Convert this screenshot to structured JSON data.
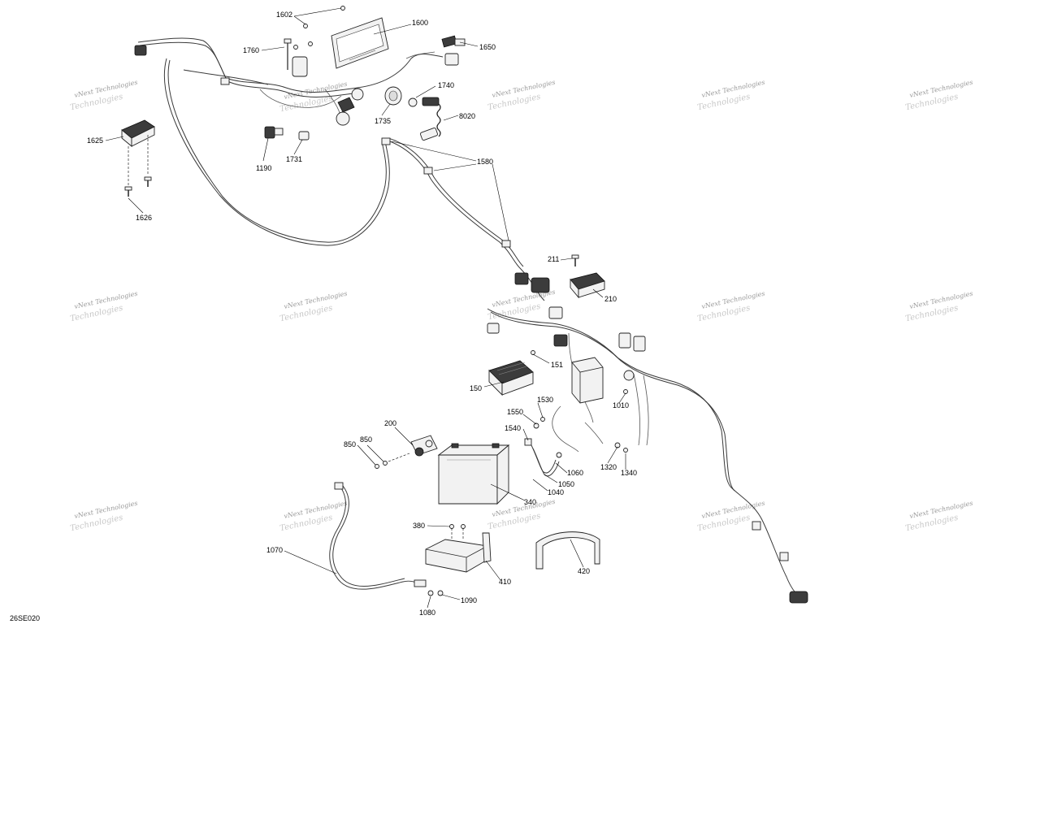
{
  "diagram_code": "26SE020",
  "watermark": {
    "line1": "vNext Technologies",
    "line2": "Technologies"
  },
  "callouts": [
    {
      "id": "c1602",
      "text": "1602"
    },
    {
      "id": "c1600",
      "text": "1600"
    },
    {
      "id": "c1650",
      "text": "1650"
    },
    {
      "id": "c1760",
      "text": "1760"
    },
    {
      "id": "c1740",
      "text": "1740"
    },
    {
      "id": "c1735",
      "text": "1735"
    },
    {
      "id": "c8020",
      "text": "8020"
    },
    {
      "id": "c1625",
      "text": "1625"
    },
    {
      "id": "c1190",
      "text": "1190"
    },
    {
      "id": "c1731",
      "text": "1731"
    },
    {
      "id": "c1580",
      "text": "1580"
    },
    {
      "id": "c1626",
      "text": "1626"
    },
    {
      "id": "c211",
      "text": "211"
    },
    {
      "id": "c210",
      "text": "210"
    },
    {
      "id": "c151",
      "text": "151"
    },
    {
      "id": "c150",
      "text": "150"
    },
    {
      "id": "c1530",
      "text": "1530"
    },
    {
      "id": "c1010",
      "text": "1010"
    },
    {
      "id": "c1550",
      "text": "1550"
    },
    {
      "id": "c1540",
      "text": "1540"
    },
    {
      "id": "c200",
      "text": "200"
    },
    {
      "id": "c850a",
      "text": "850"
    },
    {
      "id": "c850b",
      "text": "850"
    },
    {
      "id": "c1060",
      "text": "1060"
    },
    {
      "id": "c1050",
      "text": "1050"
    },
    {
      "id": "c1040",
      "text": "1040"
    },
    {
      "id": "c1320",
      "text": "1320"
    },
    {
      "id": "c1340",
      "text": "1340"
    },
    {
      "id": "c340",
      "text": "340"
    },
    {
      "id": "c380",
      "text": "380"
    },
    {
      "id": "c1070",
      "text": "1070"
    },
    {
      "id": "c410",
      "text": "410"
    },
    {
      "id": "c420",
      "text": "420"
    },
    {
      "id": "c1090",
      "text": "1090"
    },
    {
      "id": "c1080",
      "text": "1080"
    }
  ]
}
